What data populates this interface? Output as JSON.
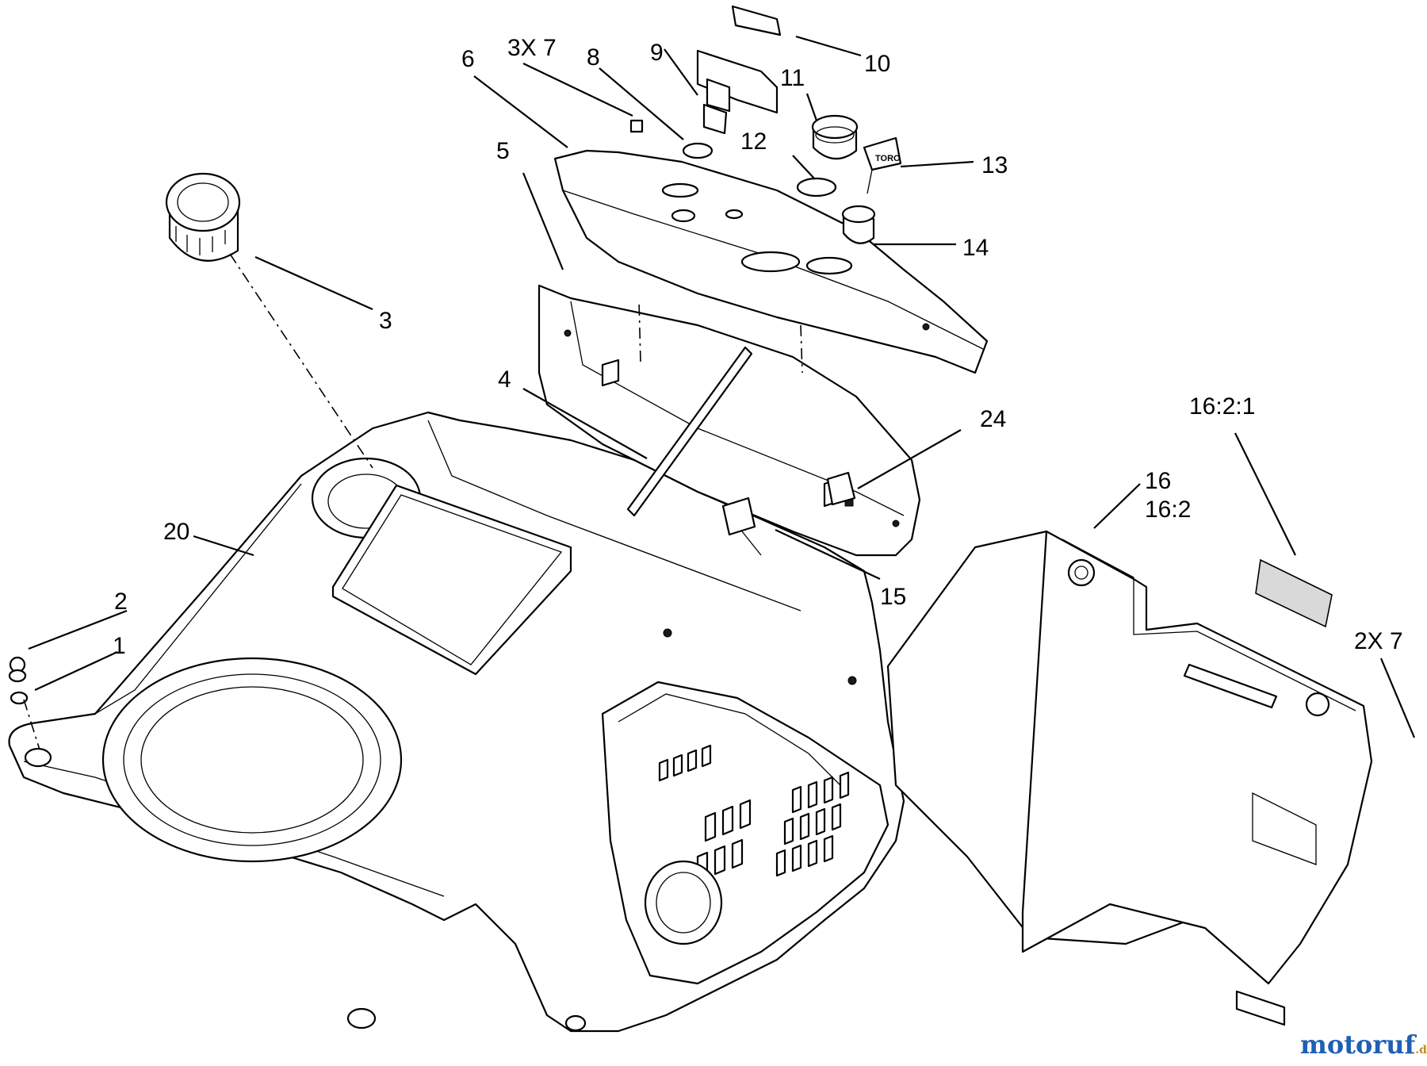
{
  "callouts": [
    {
      "id": "1",
      "text": "1"
    },
    {
      "id": "2",
      "text": "2"
    },
    {
      "id": "3",
      "text": "3"
    },
    {
      "id": "4",
      "text": "4"
    },
    {
      "id": "5",
      "text": "5"
    },
    {
      "id": "6",
      "text": "6"
    },
    {
      "id": "7",
      "text": "3X 7"
    },
    {
      "id": "8",
      "text": "8"
    },
    {
      "id": "9",
      "text": "9"
    },
    {
      "id": "10",
      "text": "10"
    },
    {
      "id": "11",
      "text": "11"
    },
    {
      "id": "12",
      "text": "12"
    },
    {
      "id": "13",
      "text": "13"
    },
    {
      "id": "14",
      "text": "14"
    },
    {
      "id": "15",
      "text": "15"
    },
    {
      "id": "16",
      "text": "16"
    },
    {
      "id": "16b",
      "text": "16:2"
    },
    {
      "id": "16c",
      "text": "16:2:1"
    },
    {
      "id": "20",
      "text": "20"
    },
    {
      "id": "24",
      "text": "24"
    },
    {
      "id": "27",
      "text": "2X 7"
    }
  ],
  "key_label": "TORO",
  "watermark": {
    "brand": "motoruf",
    "suffix": ".de",
    "color": "#1f5fb4",
    "accent": "#c98a12"
  },
  "colors": {
    "line": "#000000",
    "fill": "#ffffff",
    "shade": "#d9d9d9"
  }
}
